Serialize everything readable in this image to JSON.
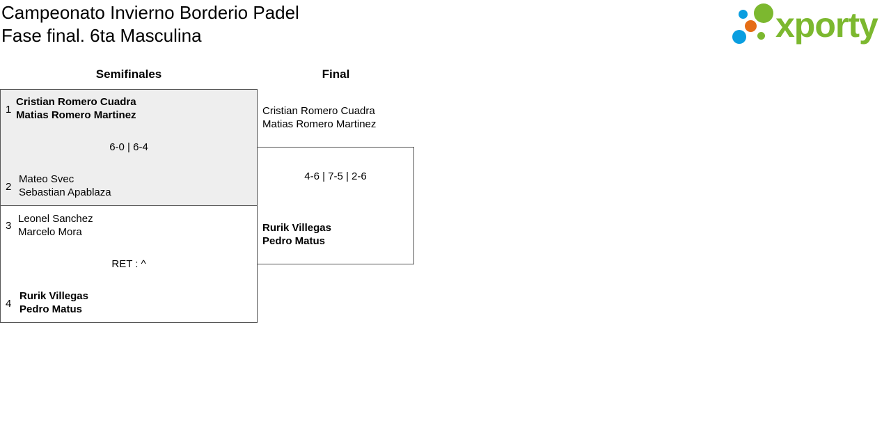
{
  "header": {
    "title_line1": "Campeonato Invierno Borderio Padel",
    "title_line2": "Fase final. 6ta Masculina"
  },
  "logo": {
    "text": "xporty",
    "colors": {
      "blue": "#0a9ee0",
      "orange": "#e56d15",
      "green": "#7cb82f"
    }
  },
  "rounds": {
    "semifinals": "Semifinales",
    "final": "Final"
  },
  "semifinals": [
    {
      "seed_a": "1",
      "team_a": [
        "Cristian Romero Cuadra",
        "Matias Romero Martinez"
      ],
      "score": "6-0 | 6-4",
      "seed_b": "2",
      "team_b": [
        "Mateo Svec",
        "Sebastian Apablaza"
      ],
      "winner": "a"
    },
    {
      "seed_a": "3",
      "team_a": [
        "Leonel Sanchez",
        "Marcelo Mora"
      ],
      "score": "RET : ^",
      "seed_b": "4",
      "team_b": [
        "Rurik Villegas",
        "Pedro Matus"
      ],
      "winner": "b"
    }
  ],
  "final": {
    "team_a": [
      "Cristian Romero Cuadra",
      "Matias Romero Martinez"
    ],
    "score": "4-6 | 7-5 | 2-6",
    "team_b": [
      "Rurik Villegas",
      "Pedro Matus"
    ],
    "winner": "b"
  }
}
